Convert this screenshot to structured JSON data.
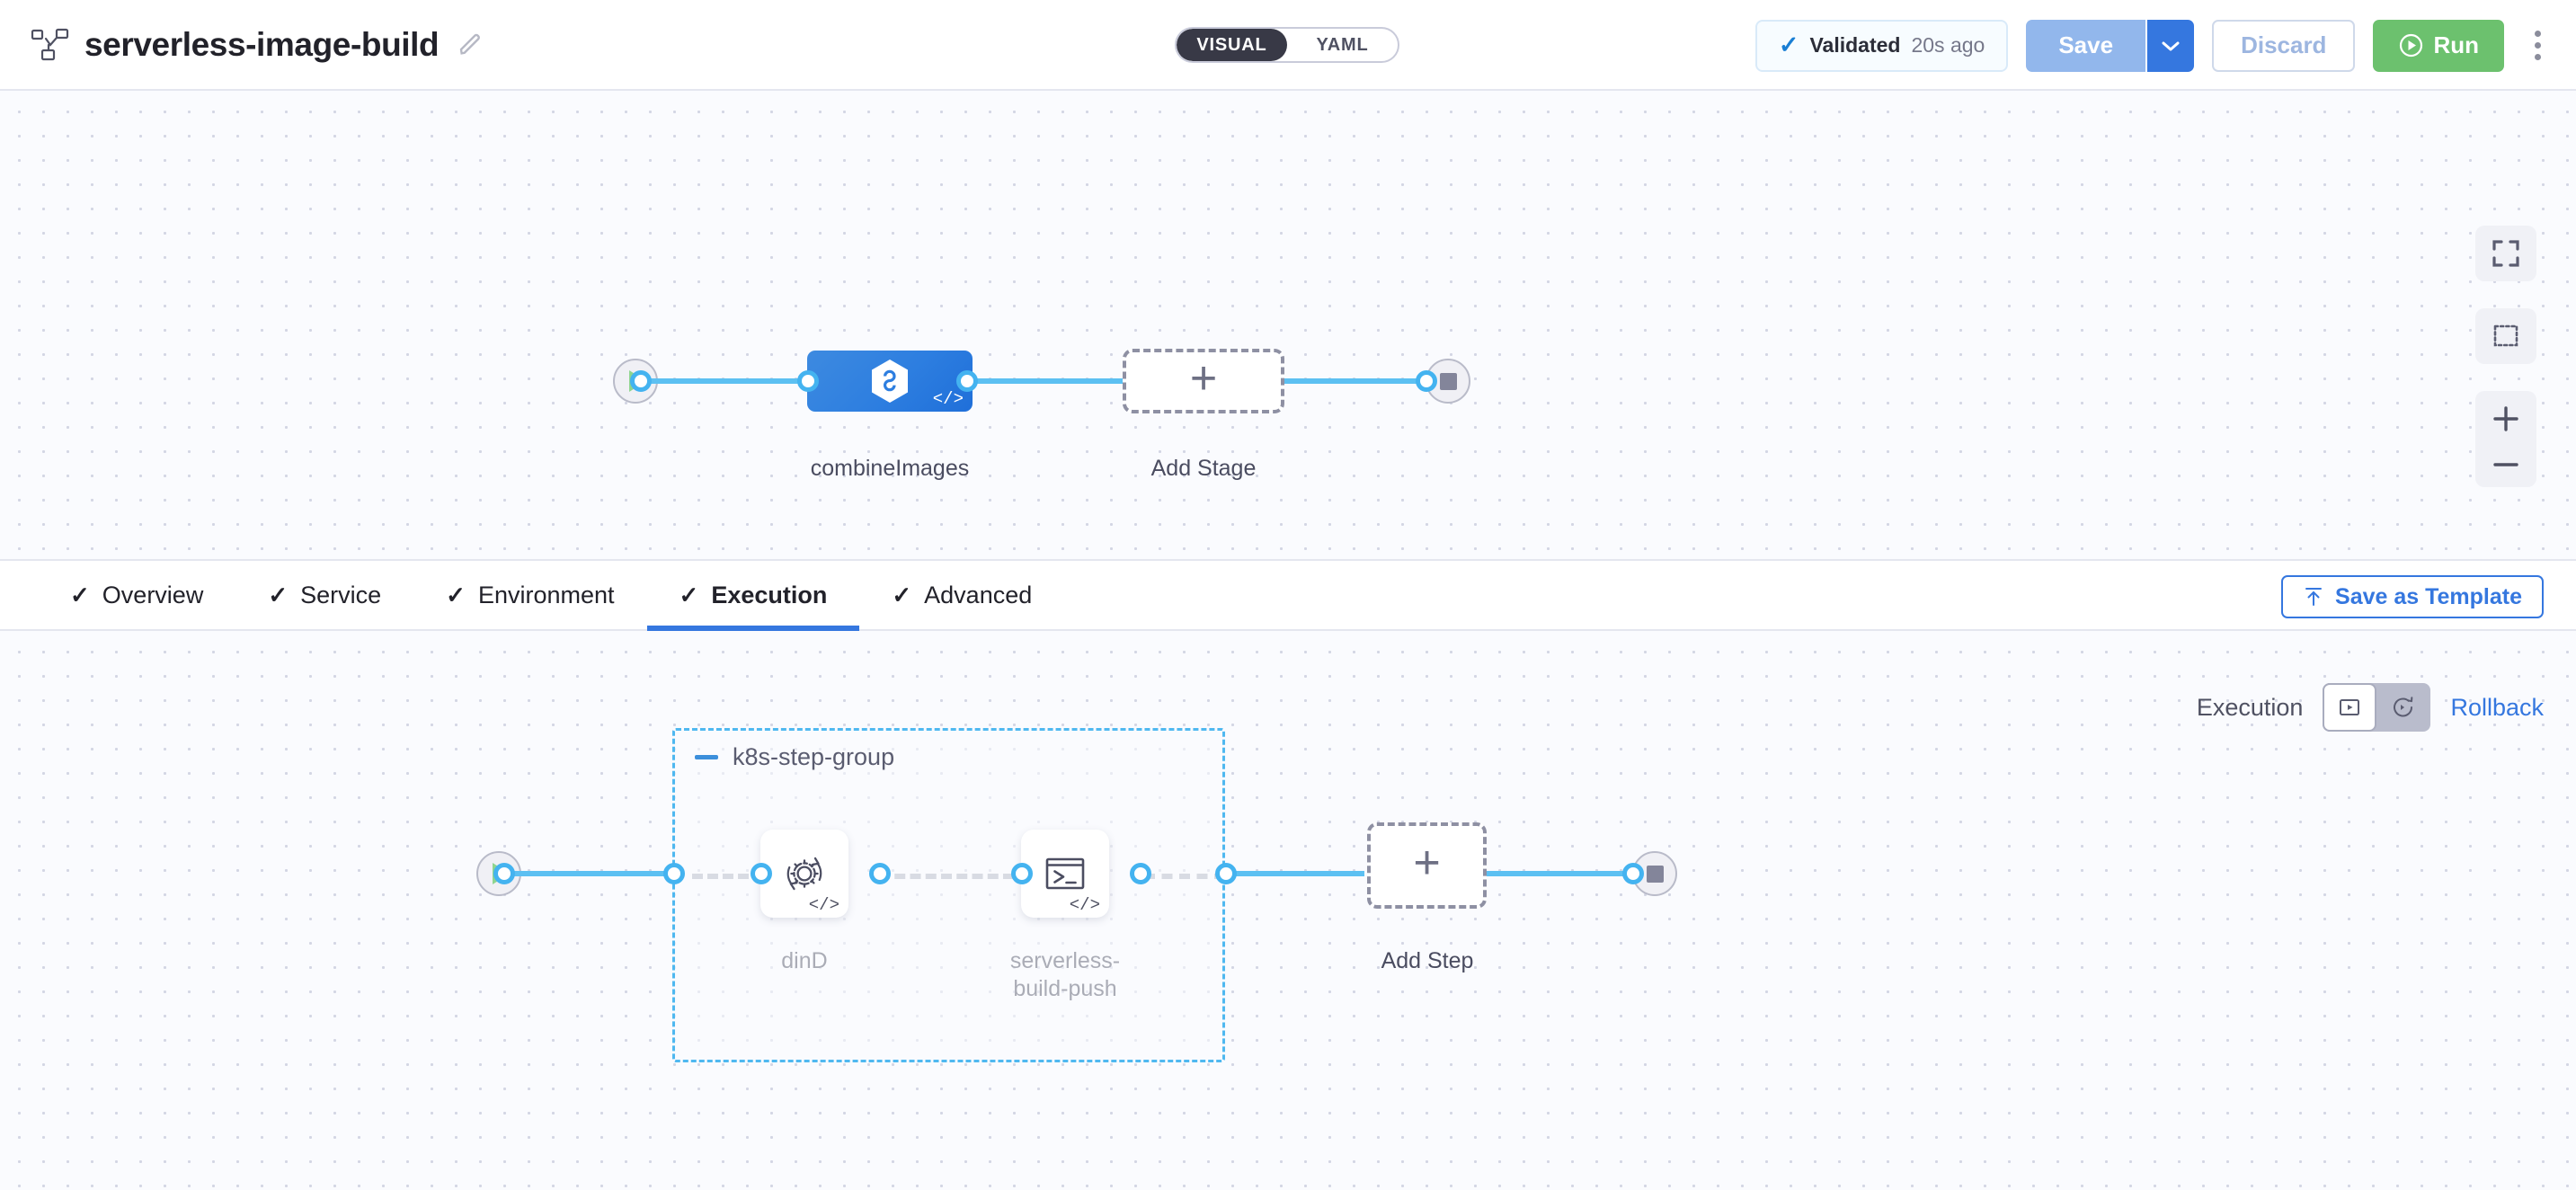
{
  "header": {
    "pipeline_icon": "pipeline-nodes-icon",
    "title": "serverless-image-build",
    "edit_icon": "edit-pencil-icon",
    "mode_toggle": {
      "options": [
        "VISUAL",
        "YAML"
      ],
      "selected": "VISUAL"
    },
    "validated": {
      "check_icon": "check-icon",
      "label": "Validated",
      "time": "20s ago"
    },
    "save": {
      "label": "Save",
      "caret_icon": "chevron-down-icon"
    },
    "discard": {
      "label": "Discard",
      "disabled": true
    },
    "run": {
      "label": "Run",
      "icon": "play-circle-icon",
      "color": "#6cc16e"
    },
    "more_menu": "vertical-dots-icon"
  },
  "stage_canvas": {
    "start_node": {
      "icon": "play-icon",
      "name": "pipeline-start"
    },
    "end_node": {
      "icon": "stop-square-icon",
      "name": "pipeline-end"
    },
    "stage": {
      "label": "combineImages",
      "icon": "ci-hexagon-icon",
      "badge": "</>",
      "color": "#2d7ee0"
    },
    "add_stage": {
      "label": "Add Stage",
      "icon": "plus-icon"
    },
    "controls": [
      {
        "name": "fit-to-screen-button",
        "icon": "fit-screen-icon"
      },
      {
        "name": "marquee-select-button",
        "icon": "dashed-select-icon"
      },
      {
        "name": "zoom-in-button",
        "icon": "plus-icon"
      },
      {
        "name": "zoom-out-button",
        "icon": "minus-icon"
      }
    ]
  },
  "tab_bar": {
    "tabs": [
      {
        "label": "Overview",
        "checked": true,
        "active": false
      },
      {
        "label": "Service",
        "checked": true,
        "active": false
      },
      {
        "label": "Environment",
        "checked": true,
        "active": false
      },
      {
        "label": "Execution",
        "checked": true,
        "active": true
      },
      {
        "label": "Advanced",
        "checked": true,
        "active": false
      }
    ],
    "save_as_template": {
      "label": "Save as Template",
      "icon": "template-upload-icon"
    }
  },
  "execution": {
    "mode_label": "Execution",
    "rollback_label": "Rollback",
    "segments": [
      {
        "name": "execution-view-toggle",
        "icon": "play-box-icon",
        "active": true
      },
      {
        "name": "rollback-view-toggle",
        "icon": "rollback-arrow-icon",
        "active": false
      }
    ],
    "start_node": {
      "icon": "play-icon",
      "name": "execution-start"
    },
    "end_node": {
      "icon": "stop-square-icon",
      "name": "execution-end"
    },
    "step_group": {
      "title": "k8s-step-group",
      "collapse_icon": "collapse-minus-icon",
      "steps": [
        {
          "label": "dinD",
          "icon": "gear-refresh-icon",
          "badge": "</>"
        },
        {
          "label": "serverless-\nbuild-push",
          "icon": "terminal-icon",
          "badge": "</>"
        }
      ]
    },
    "add_step": {
      "label": "Add Step",
      "icon": "plus-icon"
    }
  }
}
